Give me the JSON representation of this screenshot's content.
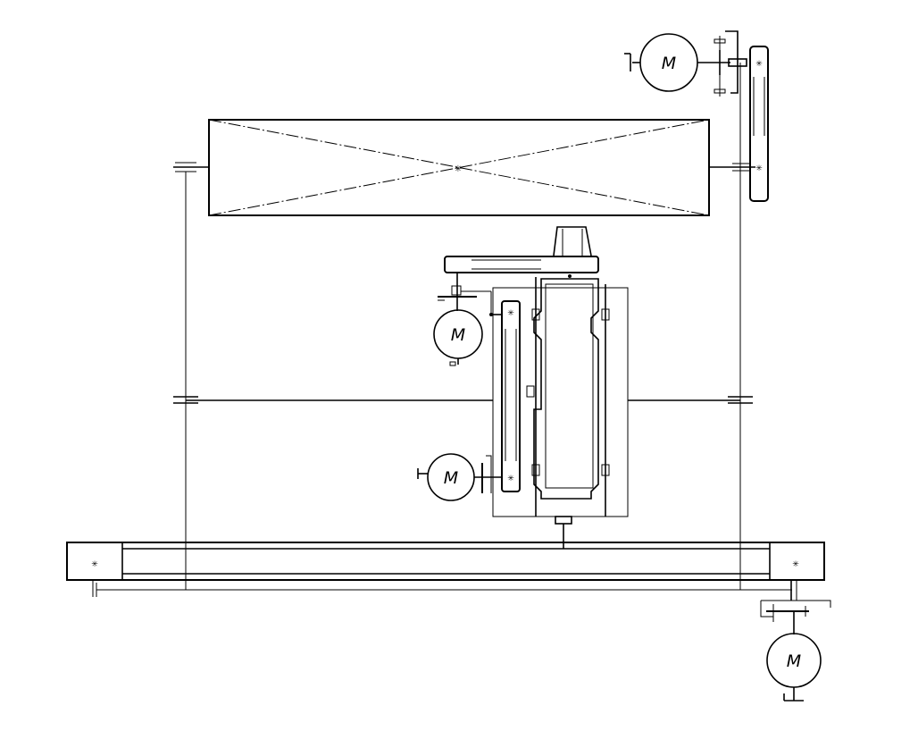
{
  "diagram": {
    "motors": [
      {
        "id": "motor-top-right",
        "label": "M"
      },
      {
        "id": "motor-center-upper",
        "label": "M"
      },
      {
        "id": "motor-center-lower",
        "label": "M"
      },
      {
        "id": "motor-bottom-right",
        "label": "M"
      }
    ],
    "colors": {
      "line": "#000000",
      "background": "#ffffff"
    }
  }
}
